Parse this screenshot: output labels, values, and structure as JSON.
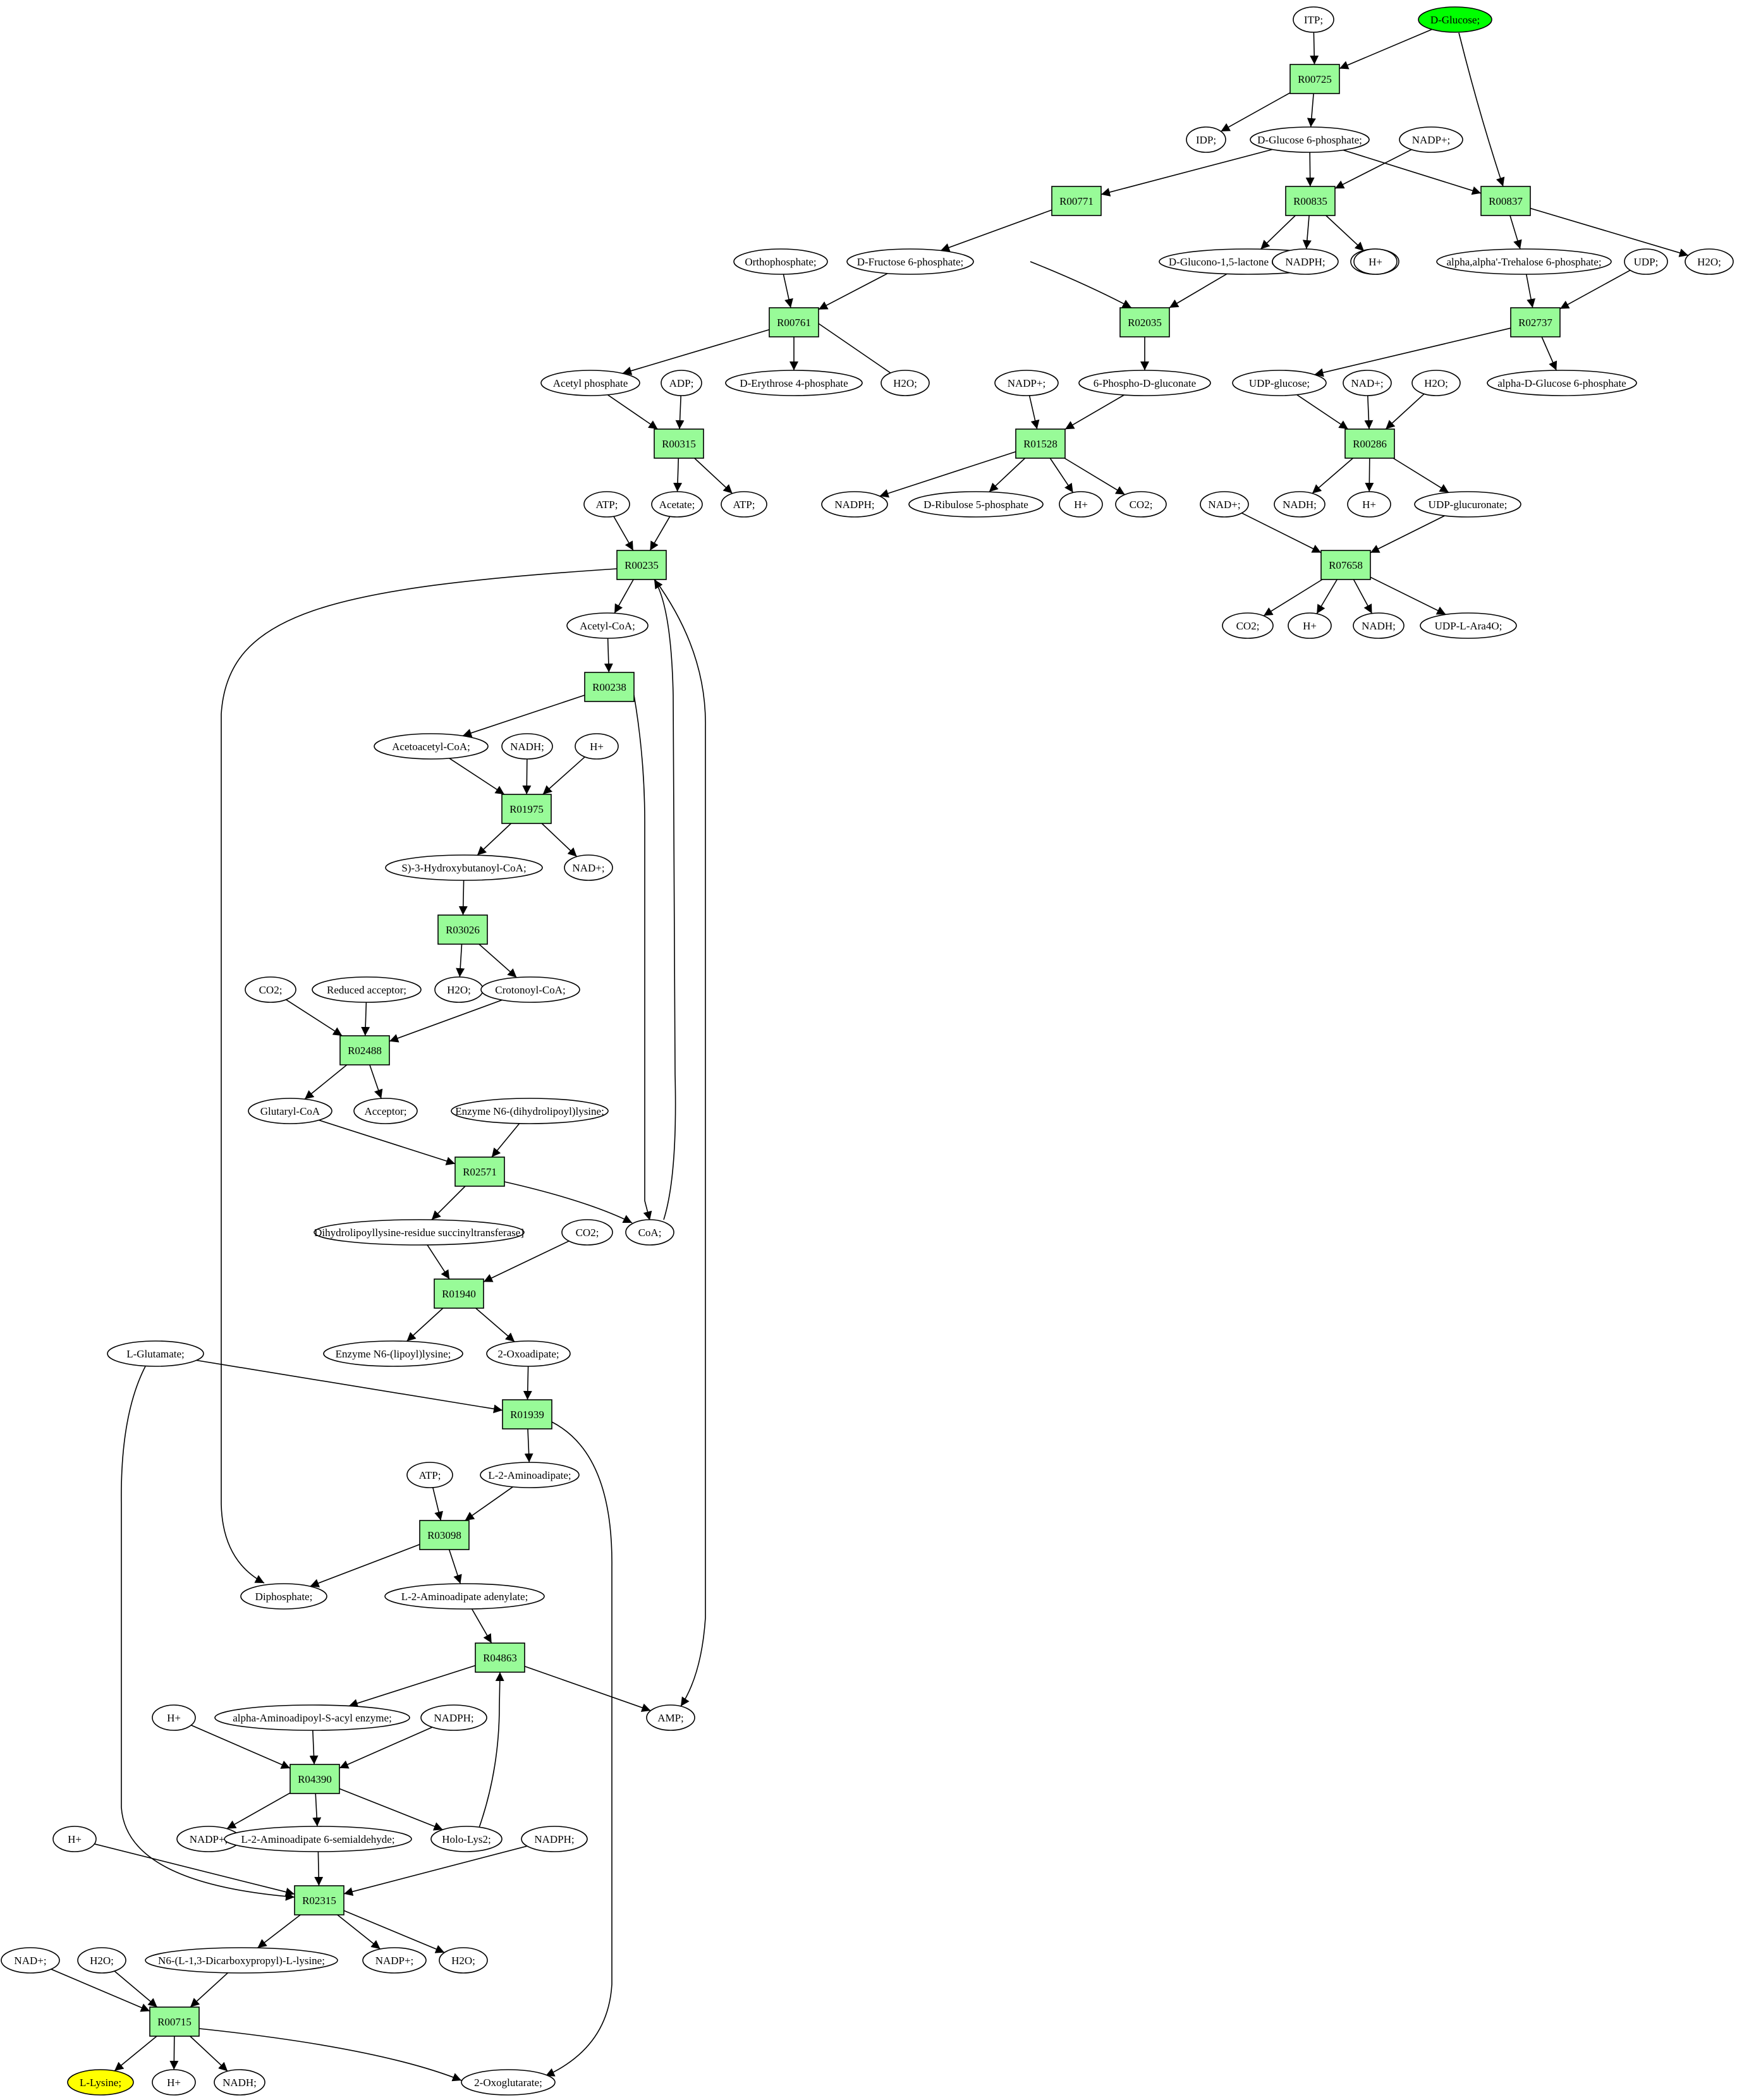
{
  "colors": {
    "reaction_fill": "#98fb98",
    "start_compound": "#00ff00",
    "target_compound": "#ffff00",
    "compound_fill": "#ffffff"
  },
  "reactions": [
    "R00725",
    "R00771",
    "R00835",
    "R00837",
    "R00761",
    "R02035",
    "R02737",
    "R00315",
    "R01528",
    "R00286",
    "R00235",
    "R07658",
    "R00238",
    "R01975",
    "R03026",
    "R02488",
    "R02571",
    "R01940",
    "R01939",
    "R03098",
    "R04863",
    "R04390",
    "R02315",
    "R00715"
  ],
  "compounds": {
    "itp": "ITP;",
    "dglc": "D-Glucose;",
    "idp": "IDP;",
    "g6p": "D-Glucose 6-phosphate;",
    "nadp_a": "NADP+;",
    "orthop": "Orthophosphate;",
    "f6p": "D-Fructose 6-phosphate;",
    "h2o_a": "H2O;",
    "glucono": "D-Glucono-1,5-lactone 6-phosphate;",
    "nadph_a": "NADPH;",
    "hplus_a": "H+",
    "treh6p": "alpha,alpha'-Trehalose 6-phosphate;",
    "udp": "UDP;",
    "h2o_b": "H2O;",
    "acetylp": "Acetyl phosphate",
    "adp": "ADP;",
    "e4p": "D-Erythrose 4-phosphate",
    "h2o_c": "H2O;",
    "nadp_b": "NADP+;",
    "pgluconate": "6-Phospho-D-gluconate",
    "udpglc": "UDP-glucose;",
    "nad_a": "NAD+;",
    "h2o_d": "H2O;",
    "aglc6p": "alpha-D-Glucose 6-phosphate",
    "atp_a": "ATP;",
    "acetate": "Acetate;",
    "atp_b": "ATP;",
    "nadph_b": "NADPH;",
    "ru5p": "D-Ribulose 5-phosphate",
    "hplus_b": "H+",
    "co2_a": "CO2;",
    "nad_b": "NAD+;",
    "nadh_a": "NADH;",
    "hplus_c": "H+",
    "udpglcua": "UDP-glucuronate;",
    "co2_b": "CO2;",
    "hplus_d": "H+",
    "nadh_b": "NADH;",
    "udpara": "UDP-L-Ara4O;",
    "acetylcoa": "Acetyl-CoA;",
    "acetoacetylcoa": "Acetoacetyl-CoA;",
    "nadh_c": "NADH;",
    "hplus_e": "H+",
    "hydroxybut": "S)-3-Hydroxybutanoyl-CoA;",
    "nad_c": "NAD+;",
    "h2o_e": "H2O;",
    "crotonoyl": "Crotonoyl-CoA;",
    "co2_c": "CO2;",
    "redacc": "Reduced acceptor;",
    "glutaryl": "Glutaryl-CoA",
    "acceptor": "Acceptor;",
    "enzdihydro": "Enzyme N6-(dihydrolipoyl)lysine;",
    "dihydrolipoyl": "Dihydrolipoyllysine-residue succinyltransferase]",
    "coa": "CoA;",
    "co2_d": "CO2;",
    "enzlipoyl": "Enzyme N6-(lipoyl)lysine;",
    "oxoadipate": "2-Oxoadipate;",
    "lglu": "L-Glutamate;",
    "atp_c": "ATP;",
    "aminoadipate": "L-2-Aminoadipate;",
    "diphosphate": "Diphosphate;",
    "adenylate": "L-2-Aminoadipate adenylate;",
    "acylenz": "alpha-Aminoadipoyl-S-acyl enzyme;",
    "amp": "AMP;",
    "hplus_f": "H+",
    "nadph_c": "NADPH;",
    "nadp_c": "NADP+;",
    "semialdehyde": "L-2-Aminoadipate 6-semialdehyde;",
    "hololys2": "Holo-Lys2;",
    "hplus_g": "H+",
    "nadph_d": "NADPH;",
    "n6dicarb": "N6-(L-1,3-Dicarboxypropyl)-L-lysine;",
    "nadp_d": "NADP+;",
    "h2o_f": "H2O;",
    "nad_d": "NAD+;",
    "h2o_g": "H2O;",
    "llys": "L-Lysine;",
    "hplus_h": "H+",
    "nadh_d": "NADH;",
    "oxoglutarate": "2-Oxoglutarate;"
  }
}
